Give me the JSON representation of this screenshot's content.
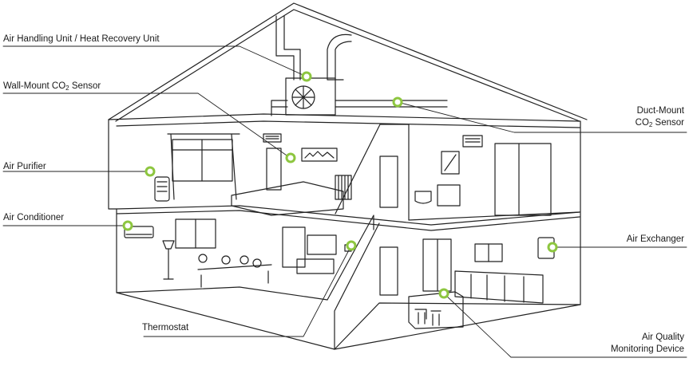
{
  "labels": {
    "ahu": "Air Handling Unit / Heat Recovery Unit",
    "wall_co2_prefix": "Wall-Mount CO",
    "wall_co2_sub": "2",
    "wall_co2_suffix": " Sensor",
    "purifier": "Air Purifier",
    "aircon": "Air Conditioner",
    "thermostat": "Thermostat",
    "duct_co2_line1": "Duct-Mount",
    "duct_co2_prefix": "CO",
    "duct_co2_sub": "2",
    "duct_co2_suffix": " Sensor",
    "exchanger": "Air Exchanger",
    "aq_line1": "Air Quality",
    "aq_line2": "Monitoring Device"
  },
  "colors": {
    "accent": "#8dc63f",
    "line": "#222222"
  }
}
